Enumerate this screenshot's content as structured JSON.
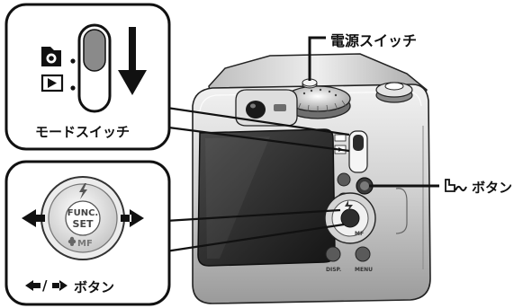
{
  "labels": {
    "power_switch": "電源スイッチ",
    "mode_switch": "モードスイッチ",
    "print_share_button": "ボタン",
    "arrow_button": "ボタン"
  },
  "glyphs": {
    "func_set_line1": "FUNC.",
    "func_set_line2": "SET",
    "macro_mf": "MF",
    "disp": "DISP.",
    "menu": "MENU",
    "arrow_pair_separator": "/"
  },
  "icons": {
    "mode_camera": "camera-icon",
    "mode_playback": "playback-icon",
    "switch_direction": "arrow-down-icon",
    "print_share": "print-share-icon",
    "flash": "flash-icon",
    "macro": "macro-flower-icon",
    "left": "arrow-left-icon",
    "right": "arrow-right-icon"
  }
}
